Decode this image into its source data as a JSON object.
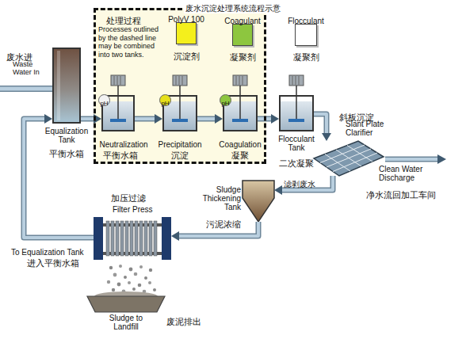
{
  "diagram": {
    "title": "废水沉淀处理系统流程示意",
    "nodes": [
      {
        "text": [
          "处理过程",
          "Processes outlined by the dashed line may be combined into two tanks."
        ]
      },
      {
        "text": [
          "PolyV 100",
          "沉淀剂"
        ],
        "in": 0
      },
      {
        "text": [
          "Coagulant",
          "凝聚剂"
        ],
        "in": 0
      },
      {
        "text": [
          "Flocculant",
          "凝聚剂"
        ]
      },
      {
        "text": [
          "Equalization Tank",
          "平衡水箱"
        ]
      },
      {
        "text": [
          "Neutralization",
          "平衡水箱"
        ],
        "in": 0
      },
      {
        "text": [
          "pH"
        ],
        "in": 5
      },
      {
        "text": [
          "Precipitation",
          "沉淀"
        ],
        "in": 0
      },
      {
        "text": [
          "pH"
        ],
        "in": 7
      },
      {
        "text": [
          "Coagulation",
          "凝聚"
        ],
        "in": 0
      },
      {
        "text": [
          "pH"
        ],
        "in": 9
      },
      {
        "text": [
          "Flocculant Tank",
          "二次凝聚"
        ]
      },
      {
        "text": [
          "斜板沉淀",
          "Slant Plate Clarifier"
        ]
      },
      {
        "text": [
          "Sludge Thickening Tank",
          "污泥浓缩"
        ]
      },
      {
        "text": [
          "加压过滤",
          "Filter Press"
        ]
      },
      {
        "text": [
          "Sludge to Landfill",
          "废泥排出"
        ]
      }
    ],
    "edges": [
      {
        "from": 4,
        "to": 5,
        "arrow": "to"
      },
      {
        "from": 5,
        "to": 7,
        "arrow": "to"
      },
      {
        "from": 7,
        "to": 9,
        "arrow": "to"
      },
      {
        "from": 9,
        "to": 11,
        "arrow": "to"
      },
      {
        "from": 11,
        "to": 12,
        "arrow": "to"
      },
      {
        "from": 12,
        "to": 13,
        "arrow": "to"
      },
      {
        "from": 13,
        "to": 14,
        "arrow": "to"
      },
      {
        "from": 14,
        "to": 4,
        "arrow": "to"
      }
    ],
    "labels": [
      "废水进",
      "Waste Water In",
      "Clean Water Discharge",
      "净水流回加工车间",
      "滤剥废水",
      "To Equalization Tank",
      "进入平衡水箱"
    ]
  }
}
